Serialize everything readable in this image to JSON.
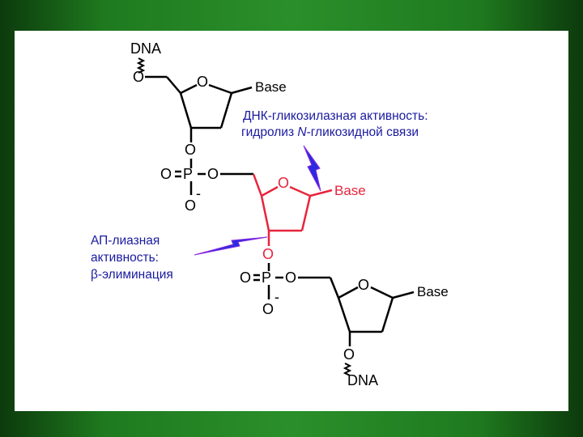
{
  "top_strand": {
    "dna_label": "DNA",
    "o_link": "O",
    "ring_o": "O",
    "base": "Base",
    "o_3prime": "O"
  },
  "phosphate_1": {
    "o_double": "O",
    "p": "P",
    "o_right": "O",
    "o_minus": "O",
    "charge": "-"
  },
  "middle_sugar": {
    "ring_o": "O",
    "base": "Base",
    "o_3prime": "O"
  },
  "phosphate_2": {
    "o_double": "O",
    "p": "P",
    "o_right": "O",
    "o_minus": "O",
    "charge": "-"
  },
  "bottom_strand": {
    "ring_o": "O",
    "base": "Base",
    "o_3prime": "O",
    "dna_label": "DNA"
  },
  "annotation_glycosylase": {
    "line1": "ДНК-гликозилазная активность:",
    "line2_prefix": "гидролиз ",
    "line2_italic": "N",
    "line2_suffix": "-гликозидной связи"
  },
  "annotation_ap_lyase": {
    "line1": "АП-лиазная",
    "line2": "активность:",
    "line3": "β-элиминация"
  },
  "colors": {
    "black": "#000000",
    "red": "#e8243c",
    "blue_bolt": "#2a2ae0",
    "purple_bolt": "#8a2be2",
    "note_text": "#1a1aa0"
  }
}
